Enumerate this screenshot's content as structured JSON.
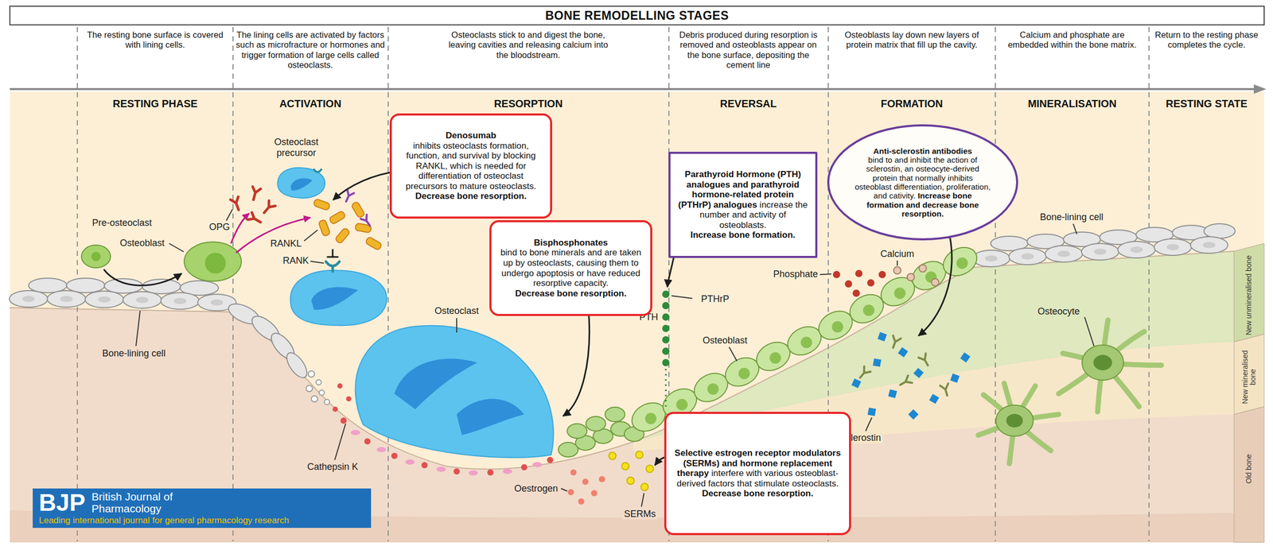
{
  "diagram": {
    "title": "BONE REMODELLING STAGES",
    "nodes": [
      {
        "text": [
          "Denosumab",
          "inhibits osteoclasts formation, function, and survival by blocking RANKL, which is needed for differentiation of osteoclast precursors to mature osteoclasts.",
          "Decrease bone resorption."
        ]
      },
      {
        "text": [
          "Bisphosphonates",
          "bind to bone minerals and are taken up by osteoclasts, causing them to undergo apoptosis or have reduced resorptive capacity.",
          "Decrease bone resorption."
        ]
      },
      {
        "text": [
          "Parathyroid Hormone (PTH) analogues and parathyroid hormone-related protein (PTHrP) analogues",
          "increase the number and activity of osteoblasts.",
          "Increase bone formation."
        ]
      },
      {
        "text": [
          "Anti-sclerostin antibodies",
          "bind to and inhibit the action of sclerostin, an osteocyte-derived protein that normally inhibits osteoblast differentiation, proliferation, and cativity.",
          "Increase bone formation and decrease bone resorption."
        ]
      },
      {
        "text": [
          "Selective estrogen receptor modulators (SERMs) and hormone replacement therapy",
          "interfere with various osteoblast-derived factors that stimulate osteoclasts.",
          "Decrease bone resorption."
        ]
      },
      {
        "text": [
          "BJP",
          "British Journal of Pharmacology",
          "Leading international journal for general pharmacology research"
        ]
      }
    ],
    "labels": [
      "The resting bone surface is covered with lining cells.",
      "The lining cells are activated by factors such as microfracture or hormones and trigger formation of large cells called osteoclasts.",
      "Osteoclasts stick to and digest the bone, leaving cavities and releasing calcium into the bloodstream.",
      "Debris produced during resorption is removed and osteoblasts appear on the bone surface, depositing the cement line",
      "Osteoblasts lay down new layers of protein matrix that fill up the cavity.",
      "Calcium and phosphate are embedded within the bone matrix.",
      "Return to the resting phase completes the cycle.",
      "RESTING PHASE",
      "ACTIVATION",
      "RESORPTION",
      "REVERSAL",
      "FORMATION",
      "MINERALISATION",
      "RESTING STATE",
      "Osteoclast precursor",
      "Pre-osteoclast",
      "Osteoblast",
      "OPG",
      "RANKL",
      "RANK",
      "Bone-lining cell",
      "Osteoclast",
      "Cathepsin K",
      "Oestrogen",
      "SERMs",
      "PTH",
      "PTHrP",
      "Osteoblast",
      "Phosphate",
      "Calcium",
      "Bone-lining cell",
      "Osteocyte",
      "Sclerostin",
      "New unmineralised bone",
      "New mineralised bone",
      "Old bone"
    ]
  }
}
